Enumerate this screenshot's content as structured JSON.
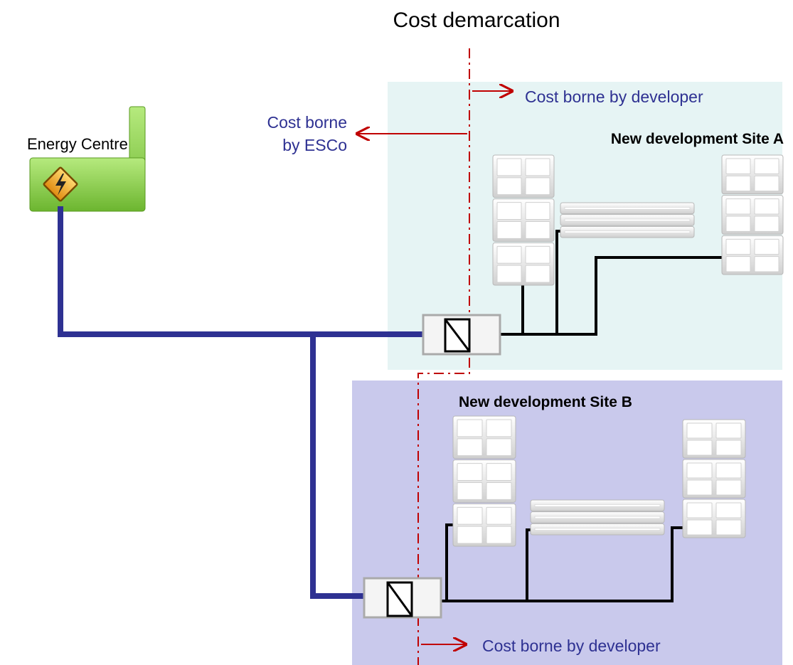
{
  "title": "Cost demarcation",
  "energy_centre_label": "Energy Centre",
  "esco_cost_label": [
    "Cost borne",
    "by ESCo"
  ],
  "developer_cost_label_top": "Cost borne by developer",
  "developer_cost_label_bottom": "Cost borne by developer",
  "site_a_title": "New development Site A",
  "site_b_title": "New development Site B",
  "colors": {
    "site_a_fill": "#e6f4f4",
    "site_b_fill": "#c9c9ec",
    "network_main": "#2e3192",
    "demarcation": "#c00000",
    "label_text": "#2e3192",
    "energy_centre_fill": "#8ed14e"
  },
  "icons": {
    "energy_centre": "energy-centre-icon",
    "hazard": "lightning-hazard-icon",
    "heat_exchanger": "heat-exchanger-icon",
    "building": "building-icon"
  }
}
